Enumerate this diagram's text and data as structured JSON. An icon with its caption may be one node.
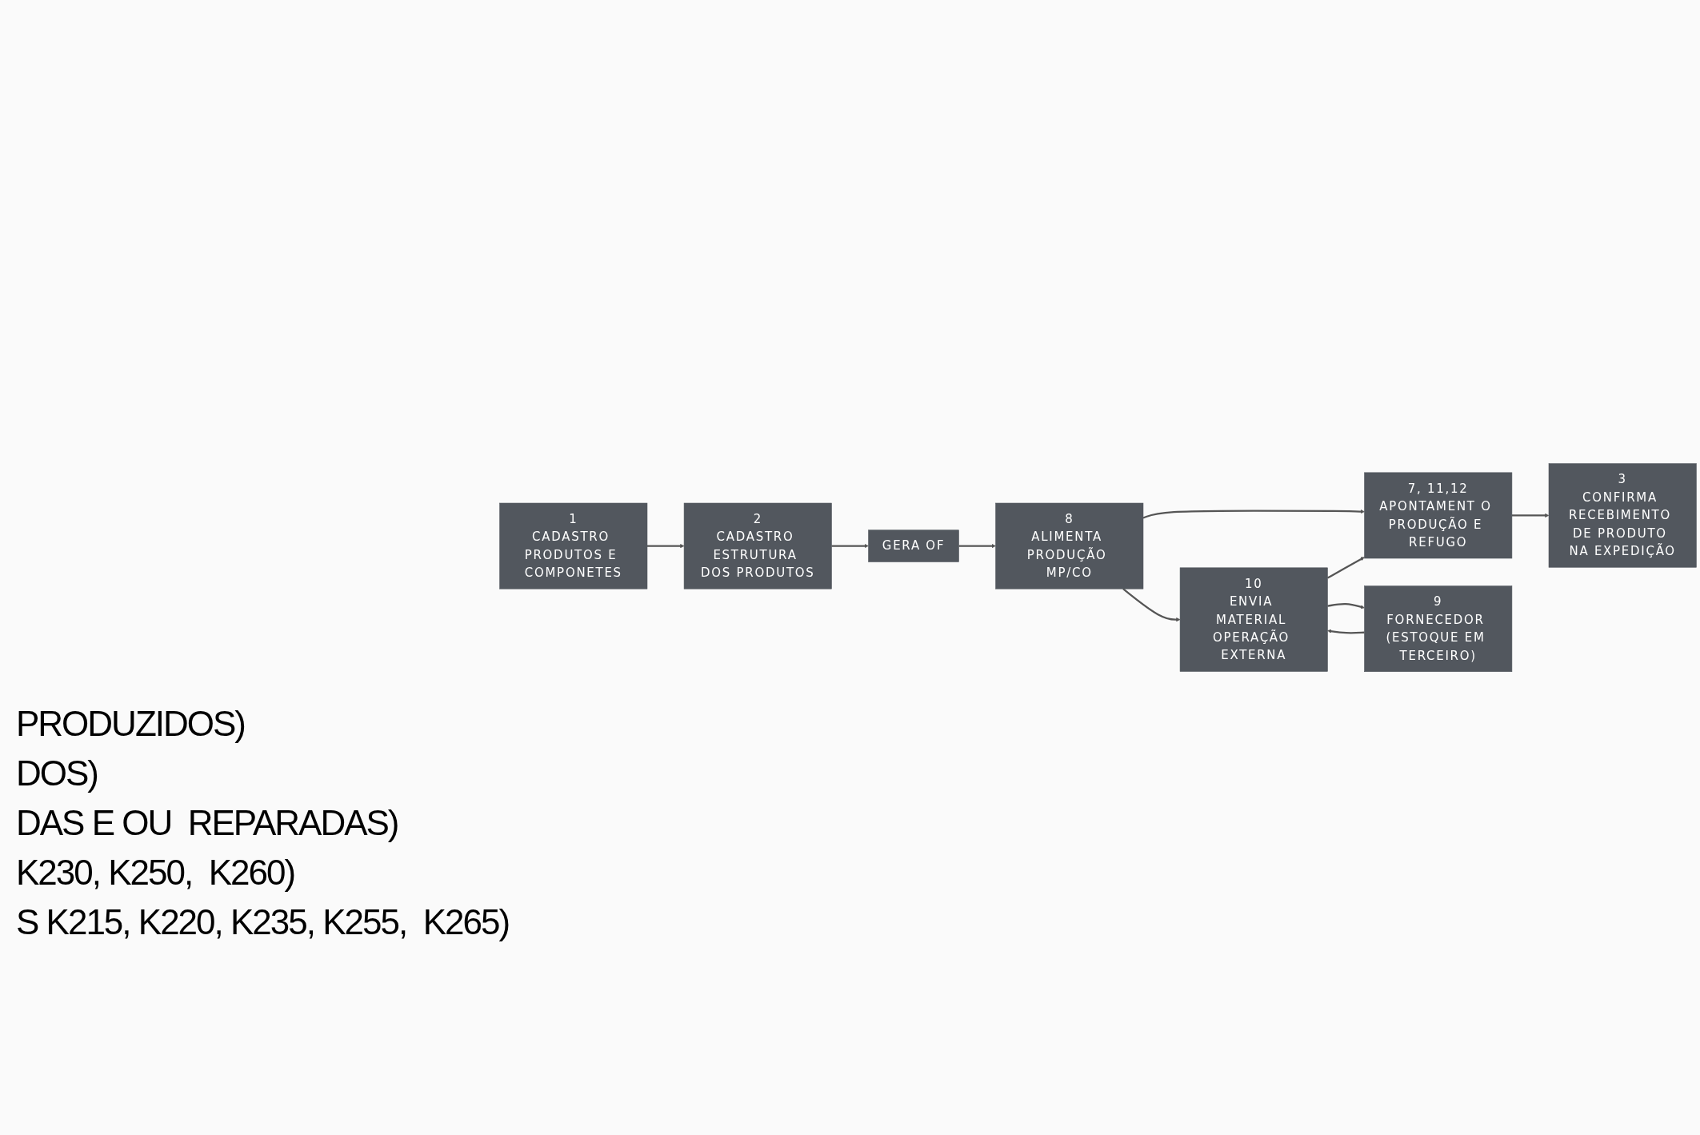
{
  "diagram": {
    "nodes": [
      {
        "text": [
          "1",
          "CADASTRO PRODUTOS E COMPONETES"
        ]
      },
      {
        "text": [
          "2",
          "CADASTRO ESTRUTURA DOS PRODUTOS"
        ]
      },
      {
        "text": [
          "GERA OF"
        ]
      },
      {
        "text": [
          "8",
          "ALIMENTA PRODUÇÃO MP/CO"
        ]
      },
      {
        "text": [
          "10",
          "ENVIA MATERIAL OPERAÇÃO EXTERNA"
        ]
      },
      {
        "text": [
          "7, 11,12",
          "APONTAMENT O PRODUÇÃO E REFUGO"
        ]
      },
      {
        "text": [
          "9",
          "FORNECEDOR (ESTOQUE EM TERCEIRO)"
        ]
      },
      {
        "text": [
          "3",
          "CONFIRMA RECEBIMENTO DE PRODUTO NA EXPEDIÇÃO"
        ]
      }
    ],
    "edges": [
      {
        "from": 0,
        "to": 1,
        "arrow": "to"
      },
      {
        "from": 1,
        "to": 2,
        "arrow": "to"
      },
      {
        "from": 2,
        "to": 3,
        "arrow": "to"
      },
      {
        "from": 3,
        "to": 4,
        "arrow": "to"
      },
      {
        "from": 3,
        "to": 5,
        "arrow": "to"
      },
      {
        "from": 4,
        "to": 5,
        "arrow": "to"
      },
      {
        "from": 6,
        "to": 4,
        "arrow": "to"
      },
      {
        "from": 4,
        "to": 6,
        "arrow": "to"
      },
      {
        "from": 5,
        "to": 7,
        "arrow": "to"
      }
    ],
    "labels": [
      "PRODUZIDOS)",
      "DOS)",
      "DAS E OU  REPARADAS)",
      "K230, K250,  K260)",
      "S K215, K220, K235, K255,  K265)"
    ]
  }
}
